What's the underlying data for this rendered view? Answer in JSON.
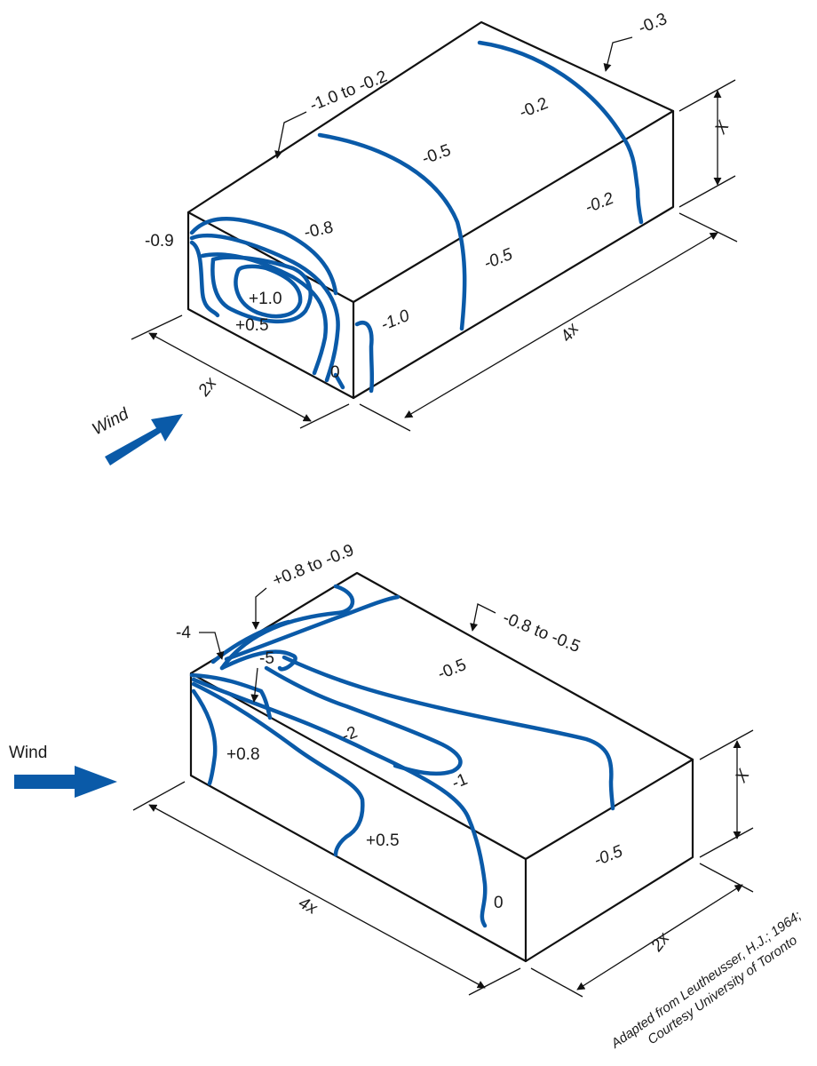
{
  "colors": {
    "contour": "#0a5aa8",
    "edge": "#111111",
    "arrow": "#0a5aa8"
  },
  "diagram_top": {
    "wind_label": "Wind",
    "callouts": {
      "roof_range": "-1.0 to -0.2",
      "back_edge": "-0.3"
    },
    "labels": {
      "roof_front_left": "-0.9",
      "roof_near": "-0.8",
      "roof_mid": "-0.5",
      "roof_back": "-0.2",
      "face_center": "+1.0",
      "face_mid": "+0.5",
      "face_edge": "0",
      "side_front": "-1.0",
      "side_mid": "-0.5",
      "side_back": "-0.2"
    },
    "dims": {
      "height": "X",
      "width": "2x",
      "length": "4x"
    }
  },
  "diagram_bottom": {
    "wind_label": "Wind",
    "callouts": {
      "corner_range": "+0.8 to -0.9",
      "corner": "-4",
      "roof_range": "-0.8 to -0.5",
      "inner": "-5"
    },
    "labels": {
      "roof_right": "-0.5",
      "roof_mid": "-2",
      "roof_inner": "-1",
      "side_front": "+0.8",
      "side_mid": "+0.5",
      "side_back": "0",
      "end_face": "-0.5"
    },
    "dims": {
      "height": "X",
      "length": "4x",
      "width": "2x"
    }
  },
  "credit": {
    "line1": "Adapted from Leutheusser, H.J.; 1964;",
    "line2": "Courtesy University of Toronto"
  }
}
